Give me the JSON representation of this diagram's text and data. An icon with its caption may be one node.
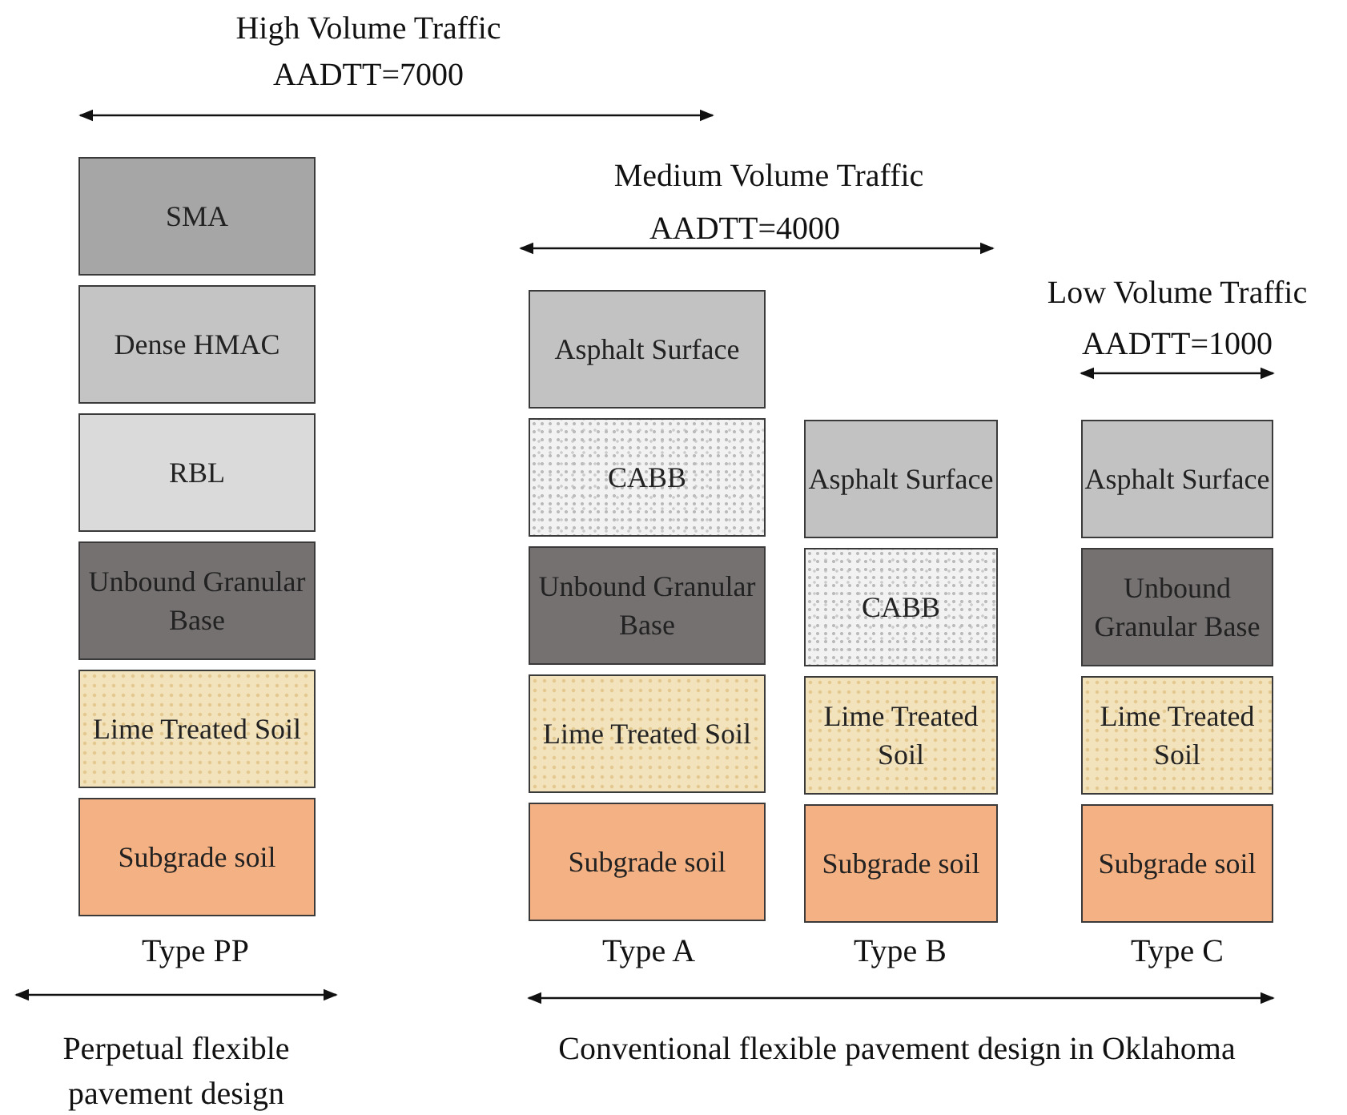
{
  "diagram": {
    "nodes": [
      {
        "text": [
          "SMA"
        ]
      },
      {
        "text": [
          "Dense HMAC"
        ]
      },
      {
        "text": [
          "RBL"
        ]
      },
      {
        "text": [
          "Unbound Granular Base"
        ]
      },
      {
        "text": [
          "Lime Treated Soil"
        ]
      },
      {
        "text": [
          "Subgrade soil"
        ]
      },
      {
        "text": [
          "Asphalt Surface"
        ]
      },
      {
        "text": [
          "CABB"
        ]
      },
      {
        "text": [
          "Unbound Granular Base"
        ]
      },
      {
        "text": [
          "Lime Treated Soil"
        ]
      },
      {
        "text": [
          "Subgrade soil"
        ]
      },
      {
        "text": [
          "Asphalt Surface"
        ]
      },
      {
        "text": [
          "CABB"
        ]
      },
      {
        "text": [
          "Lime Treated Soil"
        ]
      },
      {
        "text": [
          "Subgrade soil"
        ]
      },
      {
        "text": [
          "Asphalt Surface"
        ]
      },
      {
        "text": [
          "Unbound Granular Base"
        ]
      },
      {
        "text": [
          "Lime Treated Soil"
        ]
      },
      {
        "text": [
          "Subgrade soil"
        ]
      }
    ],
    "edges": [],
    "labels": [
      "High Volume Traffic",
      "AADTT=7000",
      "Medium Volume Traffic",
      "AADTT=4000",
      "Low Volume Traffic",
      "AADTT=1000",
      "Type PP",
      "Type A",
      "Type B",
      "Type C",
      "Perpetual flexible pavement design",
      "Conventional flexible pavement design in Oklahoma"
    ]
  }
}
